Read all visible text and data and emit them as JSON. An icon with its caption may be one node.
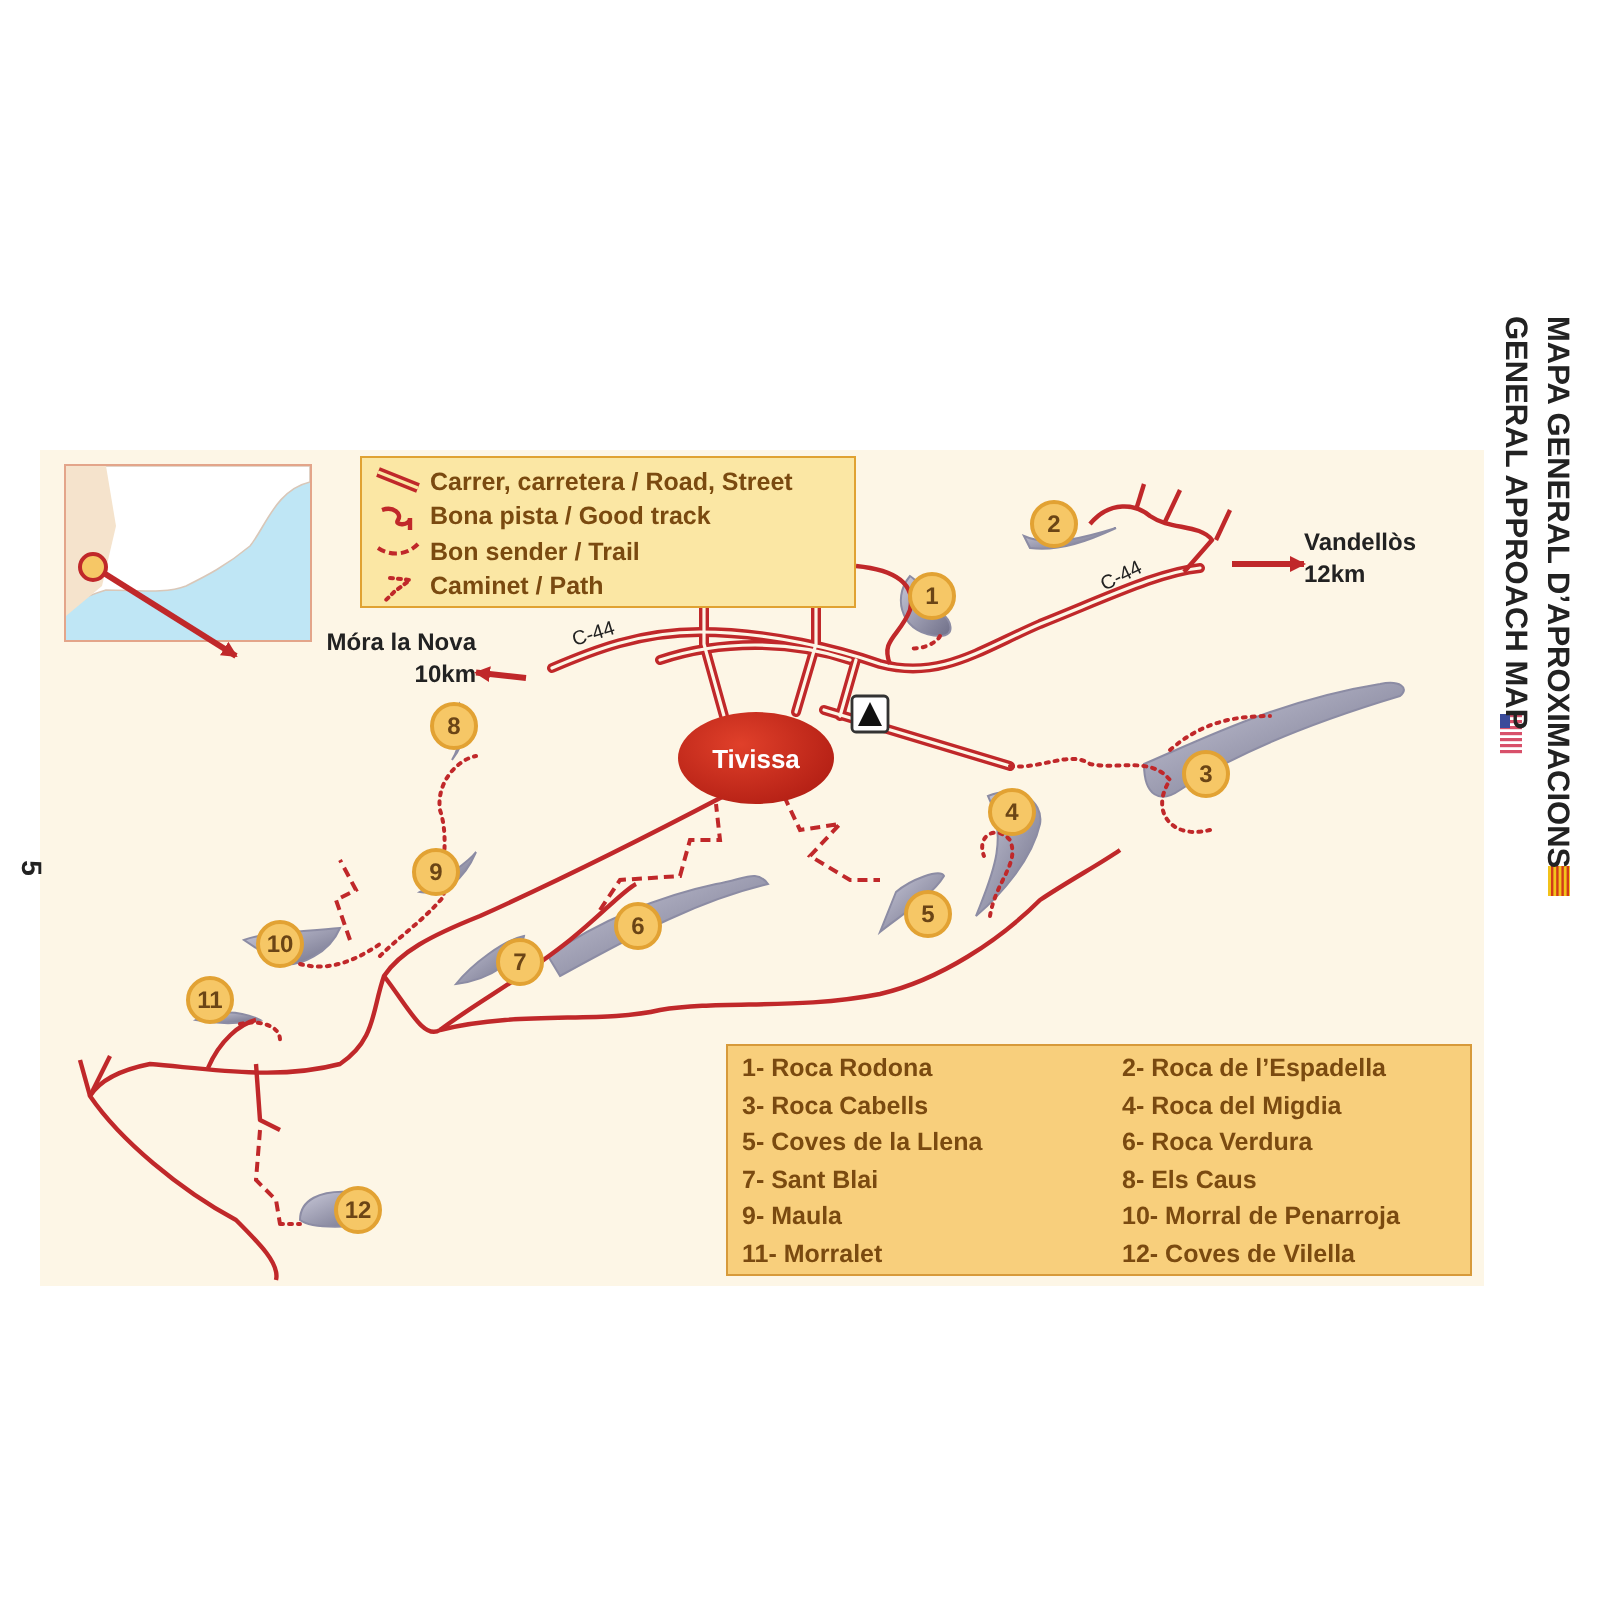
{
  "diagram": {
    "title": "MAPA GENERAL D’APROXIMACIONS",
    "nodes": [
      {
        "text": [],
        "shape": "picture"
      },
      {
        "text": [],
        "shape": "circle",
        "in": 0
      },
      {
        "text": [
          "Móra la Nova 10km"
        ]
      },
      {
        "text": [
          "Tivissa"
        ]
      },
      {
        "text": [
          "Vandellòs 12km"
        ]
      },
      {
        "text": [
          "1"
        ]
      },
      {
        "text": [
          "2"
        ]
      },
      {
        "text": [
          "3"
        ]
      },
      {
        "text": [
          "4"
        ]
      },
      {
        "text": [
          "5"
        ]
      },
      {
        "text": [
          "6"
        ]
      },
      {
        "text": [
          "7"
        ]
      },
      {
        "text": [
          "8"
        ]
      },
      {
        "text": [
          "9"
        ]
      },
      {
        "text": [
          "10"
        ]
      },
      {
        "text": [
          "11"
        ]
      },
      {
        "text": [
          "12"
        ]
      }
    ],
    "edges": [
      {
        "from": 1,
        "to": null,
        "arrow": "to"
      },
      {
        "from": null,
        "to": 2,
        "arrow": "to"
      },
      {
        "from": null,
        "to": 4,
        "arrow": "to"
      }
    ],
    "labels": [
      "GENERAL APPROACH MAP",
      "C-44",
      "C-44",
      "5",
      "1- Roca Rodona",
      "2- Roca de l’Espadella",
      "3- Roca Cabells",
      "4- Roca del Migdia",
      "5- Coves de la Llena",
      "6- Roca Verdura",
      "7- Sant Blai",
      "8- Els Caus",
      "9- Maula",
      "10- Morral de Penarroja",
      "11- Morralet",
      "12- Coves de Vilella"
    ],
    "legend": [
      {
        "text": "Carrer, carretera / Road, Street"
      },
      {
        "text": "Bona pista / Good track"
      },
      {
        "text": "Bon sender / Trail"
      },
      {
        "text": "Caminet / Path"
      }
    ]
  }
}
